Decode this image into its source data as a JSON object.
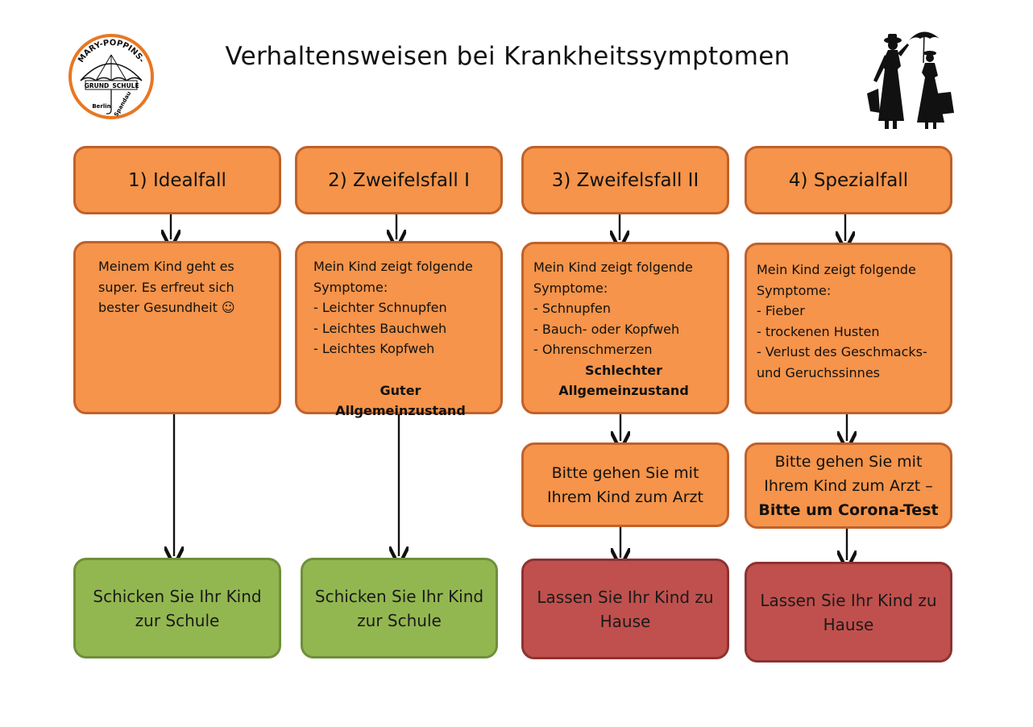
{
  "title": "Verhaltensweisen bei Krankheitssymptomen",
  "logo": {
    "top_text": "MARY-POPPINS-",
    "band_left": "GRUND",
    "band_right": "SCHULE",
    "bottom_left": "Berlin",
    "bottom_right": "Spandau",
    "ring_color": "#e87722"
  },
  "silhouette": {
    "icon": "mary-poppins-silhouette-icon"
  },
  "colors": {
    "orange": "#f5944a",
    "orange_border": "#c0612b",
    "green": "#93b750",
    "red": "#c0504d"
  },
  "columns": [
    {
      "heading": "1) Idealfall",
      "lines": [
        "Meinem Kind geht es",
        "super. Es erfreut sich",
        "bester Gesundheit ☺"
      ],
      "summary": "",
      "outcome": [
        "Schicken Sie Ihr Kind",
        "zur Schule"
      ]
    },
    {
      "heading": "2) Zweifelsfall I",
      "lines": [
        "Mein Kind zeigt folgende",
        "Symptome:",
        "- Leichter Schnupfen",
        "- Leichtes Bauchweh",
        "- Leichtes Kopfweh"
      ],
      "summary": "Guter Allgemeinzustand",
      "outcome": [
        "Schicken Sie Ihr Kind",
        "zur Schule"
      ]
    },
    {
      "heading": "3) Zweifelsfall II",
      "lines": [
        "Mein Kind zeigt folgende",
        "Symptome:",
        "- Schnupfen",
        "- Bauch- oder Kopfweh",
        "- Ohrenschmerzen"
      ],
      "summary_lines": [
        "Schlechter",
        "Allgemeinzustand"
      ],
      "action": [
        "Bitte gehen Sie mit",
        "Ihrem Kind zum Arzt"
      ],
      "outcome": [
        "Lassen Sie Ihr Kind zu",
        "Hause"
      ]
    },
    {
      "heading": "4) Spezialfall",
      "lines": [
        "Mein Kind zeigt folgende",
        "Symptome:",
        "- Fieber",
        "- trockenen Husten",
        "- Verlust des Geschmacks-",
        "und Geruchssinnes"
      ],
      "action": [
        "Bitte gehen Sie mit",
        "Ihrem Kind zum Arzt –"
      ],
      "action_bold": "Bitte um Corona-Test",
      "outcome": [
        "Lassen Sie Ihr Kind zu",
        "Hause"
      ]
    }
  ]
}
